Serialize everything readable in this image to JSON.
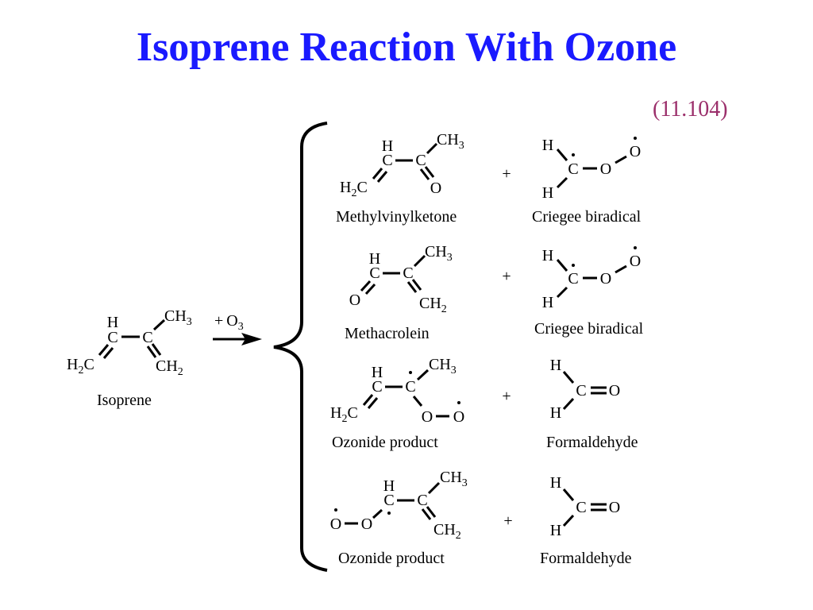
{
  "title": "Isoprene Reaction With Ozone",
  "equation_number": "(11.104)",
  "colors": {
    "title": "#1a1aff",
    "equation_number": "#9b2f6b",
    "ink": "#000000"
  },
  "reactant": {
    "name": "Isoprene",
    "reagent_plus": "+",
    "reagent_base": "O",
    "reagent_sub": "3",
    "atoms": {
      "h": "H",
      "c": "C",
      "ch3_base": "CH",
      "ch3_sub": "3",
      "h2c_base": "H",
      "h2c_sub": "2",
      "h2c_tail": "C",
      "ch2_base": "CH",
      "ch2_sub": "2"
    }
  },
  "products": [
    {
      "name": "Methylvinylketone",
      "partner_name": "Criegee biradical",
      "plus": "+",
      "atoms": {
        "h": "H",
        "c": "C",
        "o": "O",
        "ch3_base": "CH",
        "ch3_sub": "3",
        "h2c_base": "H",
        "h2c_sub": "2",
        "h2c_tail": "C"
      }
    },
    {
      "name": "Methacrolein",
      "partner_name": "Criegee biradical",
      "plus": "+",
      "atoms": {
        "h": "H",
        "c": "C",
        "o": "O",
        "ch3_base": "CH",
        "ch3_sub": "3",
        "ch2_base": "CH",
        "ch2_sub": "2"
      }
    },
    {
      "name": "Ozonide product",
      "partner_name": "Formaldehyde",
      "plus": "+",
      "atoms": {
        "h": "H",
        "c": "C",
        "o": "O",
        "ch3_base": "CH",
        "ch3_sub": "3",
        "h2c_base": "H",
        "h2c_sub": "2",
        "h2c_tail": "C"
      }
    },
    {
      "name": "Ozonide product",
      "partner_name": "Formaldehyde",
      "plus": "+",
      "atoms": {
        "h": "H",
        "c": "C",
        "o": "O",
        "ch3_base": "CH",
        "ch3_sub": "3",
        "ch2_base": "CH",
        "ch2_sub": "2"
      }
    }
  ],
  "criegee_atoms": {
    "h": "H",
    "c": "C",
    "o": "O"
  },
  "formaldehyde_atoms": {
    "h": "H",
    "c": "C",
    "o": "O"
  }
}
